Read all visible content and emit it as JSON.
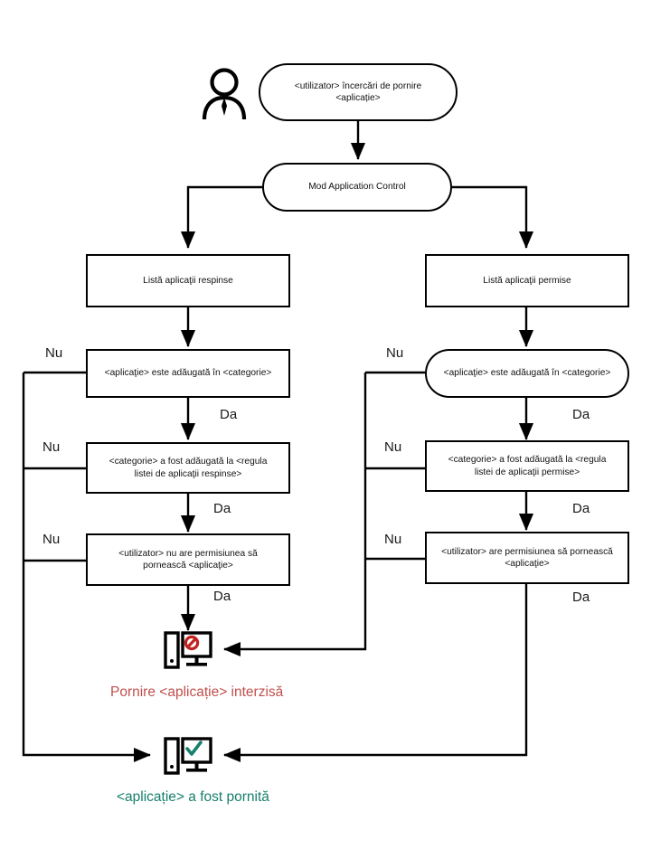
{
  "diagram": {
    "title": "Application Control decision flow",
    "language": "ro",
    "colors": {
      "stroke": "#000000",
      "denied": "#c0504d",
      "allowed": "#17806d",
      "background": "#ffffff"
    }
  },
  "actor": {
    "icon": "user-person-icon"
  },
  "nodes": {
    "start": {
      "label": "<utilizator> încercări de pornire <aplicație>",
      "line1": "<utilizator> încercări de pornire",
      "line2": "<aplicație>",
      "shape": "rounded"
    },
    "mode": {
      "label": "Mod Application Control",
      "shape": "rounded"
    },
    "denylist": {
      "label": "Listă aplicaţii respinse",
      "shape": "rect"
    },
    "allowlist": {
      "label": "Listă aplicaţii permise",
      "shape": "rect"
    },
    "deny_in_category": {
      "label": "<aplicaţie> este adăugată în <categorie>",
      "shape": "rect"
    },
    "allow_in_category": {
      "label": "<aplicaţie> este adăugată în <categorie>",
      "shape": "rounded"
    },
    "deny_rule": {
      "line1": "<categorie> a fost adăugată la <regula",
      "line2": "listei de aplicaţii respinse>",
      "shape": "rect"
    },
    "allow_rule": {
      "line1": "<categorie> a fost adăugată la <regula",
      "line2": "listei de aplicaţii permise>",
      "shape": "rect"
    },
    "deny_permission": {
      "line1": "<utilizator> nu are permisiunea să",
      "line2": "pornească <aplicaţie>",
      "shape": "rect"
    },
    "allow_permission": {
      "line1": "<utilizator> are permisiunea să pornească",
      "line2": "<aplicaţie>",
      "shape": "rect"
    }
  },
  "edge_labels": {
    "yes": "Da",
    "no": "Nu",
    "left_no_1": "Nu",
    "left_no_2": "Nu",
    "left_no_3": "Nu",
    "left_yes_1": "Da",
    "left_yes_2": "Da",
    "left_yes_3": "Da",
    "right_no_1": "Nu",
    "right_no_2": "Nu",
    "right_no_3": "Nu",
    "right_yes_1": "Da",
    "right_yes_2": "Da",
    "right_yes_3": "Da"
  },
  "outcomes": {
    "blocked": {
      "icon": "computer-blocked-icon",
      "label": "Pornire <aplicație> interzisă",
      "color": "#c0504d"
    },
    "started": {
      "icon": "computer-allowed-icon",
      "label": "<aplicație> a fost pornită",
      "color": "#17806d"
    }
  }
}
